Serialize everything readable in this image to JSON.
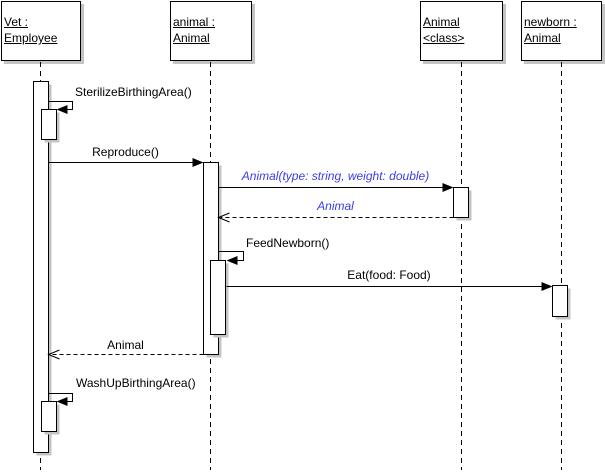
{
  "diagram_type": "UML sequence diagram",
  "colors": {
    "background": "#ffffff",
    "stroke": "#000000",
    "message_text": "#000000",
    "constructor_message_text": "#3c3ce6",
    "shadow": "#c4c4c4"
  },
  "lifelines": [
    {
      "id": "vet",
      "line1": "Vet :",
      "line2": "Employee"
    },
    {
      "id": "animal",
      "line1": "animal :",
      "line2": "Animal"
    },
    {
      "id": "animal-class",
      "line1": "Animal",
      "line2": "<class>"
    },
    {
      "id": "newborn",
      "line1": "newborn :",
      "line2": "Animal"
    }
  ],
  "messages": [
    {
      "label": "SterilizeBirthingArea()",
      "kind": "self-call",
      "from": "vet",
      "to": "vet"
    },
    {
      "label": "Reproduce()",
      "kind": "call",
      "from": "vet",
      "to": "animal"
    },
    {
      "label": "Animal(type: string, weight: double)",
      "kind": "constructor-call",
      "from": "animal",
      "to": "animal-class"
    },
    {
      "label": "Animal",
      "kind": "constructor-return",
      "from": "animal-class",
      "to": "animal"
    },
    {
      "label": "FeedNewborn()",
      "kind": "self-call",
      "from": "animal",
      "to": "animal"
    },
    {
      "label": "Eat(food: Food)",
      "kind": "call",
      "from": "animal",
      "to": "newborn"
    },
    {
      "label": "Animal",
      "kind": "return",
      "from": "animal",
      "to": "vet"
    },
    {
      "label": "WashUpBirthingArea()",
      "kind": "self-call",
      "from": "vet",
      "to": "vet"
    }
  ]
}
